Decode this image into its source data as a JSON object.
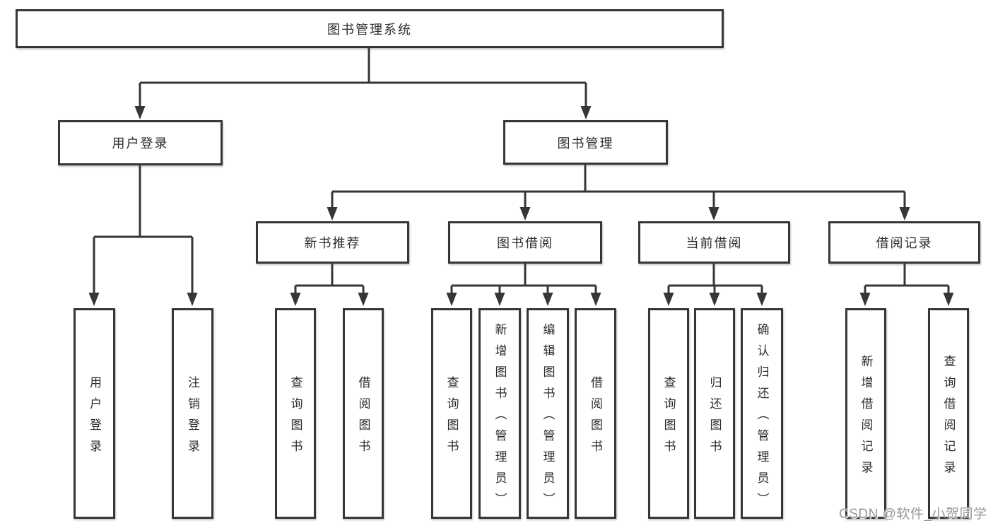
{
  "colors": {
    "background": "#ffffff",
    "line": "#363636",
    "box_border": "#363636",
    "box_fill": "#ffffff",
    "text": "#2b2b2b",
    "watermark": "#989898"
  },
  "watermark": {
    "text": "CSDN @软件_小贺同学"
  },
  "tree": {
    "root": {
      "label": "图书管理系统"
    },
    "branches": [
      {
        "label": "用户登录",
        "children": [
          {
            "label": "用户登录"
          },
          {
            "label": "注销登录"
          }
        ]
      },
      {
        "label": "图书管理",
        "children": [
          {
            "label": "新书推荐",
            "children": [
              {
                "label": "查询图书"
              },
              {
                "label": "借阅图书"
              }
            ]
          },
          {
            "label": "图书借阅",
            "children": [
              {
                "label": "查询图书"
              },
              {
                "label": "新增图书（管理员）"
              },
              {
                "label": "编辑图书（管理员）"
              },
              {
                "label": "借阅图书"
              }
            ]
          },
          {
            "label": "当前借阅",
            "children": [
              {
                "label": "查询图书"
              },
              {
                "label": "归还图书"
              },
              {
                "label": "确认归还（管理员）"
              }
            ]
          },
          {
            "label": "借阅记录",
            "children": [
              {
                "label": "新增借阅记录"
              },
              {
                "label": "查询借阅记录"
              }
            ]
          }
        ]
      }
    ]
  }
}
